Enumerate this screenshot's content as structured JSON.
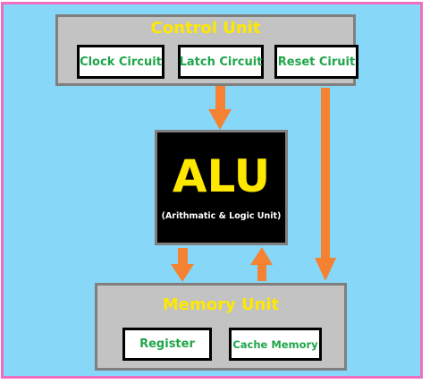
{
  "control_unit": {
    "title": "Control Unit",
    "components": [
      "Clock Circuit",
      "Latch Circuit",
      "Reset Ciruit"
    ]
  },
  "alu": {
    "title": "ALU",
    "subtitle": "(Arithmatic & Logic Unit)"
  },
  "memory_unit": {
    "title": "Memory Unit",
    "components": [
      "Register",
      "Cache Memory"
    ]
  },
  "colors": {
    "background": "#87d8f8",
    "border": "#ee6fc2",
    "unit_fill": "#c3c3c3",
    "title_text": "#ffe800",
    "component_text": "#1fa64a",
    "arrow": "#f58232"
  }
}
